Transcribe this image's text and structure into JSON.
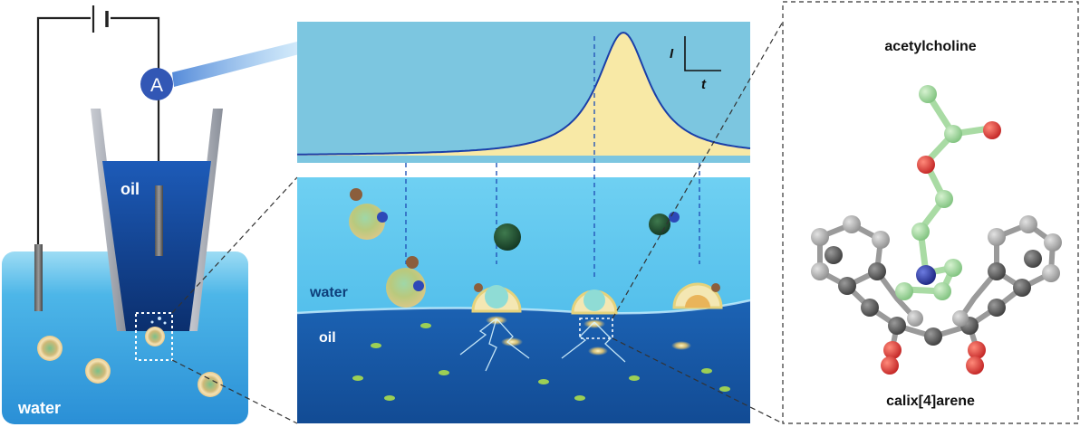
{
  "labels": {
    "ammeter": "A",
    "oil_tube": "oil",
    "water_bath": "water",
    "current_axis": "I",
    "time_axis": "t",
    "interface_water": "water",
    "interface_oil": "oil",
    "molecule_top": "acetylcholine",
    "molecule_bottom": "calix[4]arene"
  },
  "colors": {
    "water_light": "#5cc4ea",
    "water_dark": "#2790d2",
    "oil_dark": "#0f3f8a",
    "trace_bg": "#7cc6e0",
    "peak_fill": "#f8e9a6",
    "trace_line": "#1b3fa8",
    "ammeter": "#3257b5",
    "molecule_green": "#8fd08f",
    "molecule_red": "#d63b3b",
    "molecule_blue": "#2b3aa3",
    "molecule_grey": "#8a8a8a"
  },
  "trace": {
    "description_peak_position": 0.72,
    "baseline": 0.05,
    "peak_height": 1.0
  }
}
